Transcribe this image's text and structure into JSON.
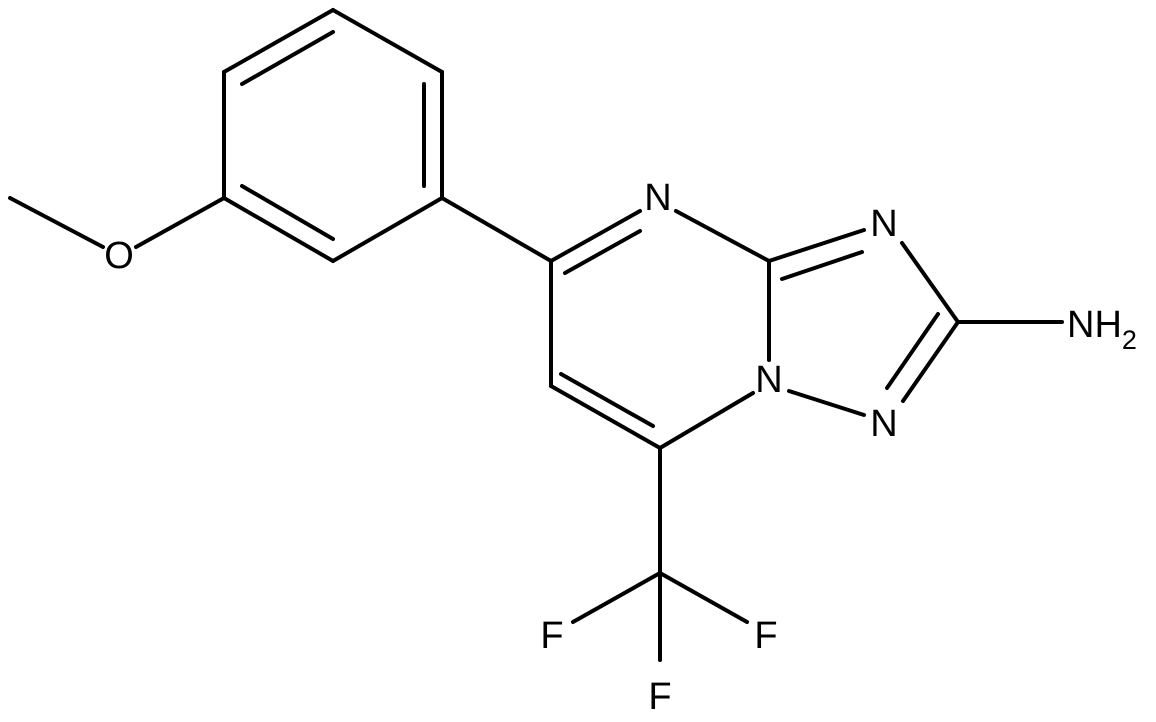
{
  "molecule": {
    "atoms": {
      "o_methoxy": "O",
      "n_pyrimidine": "N",
      "n_triazole_top": "N",
      "n_bridge": "N",
      "n_triazole_bottom": "N",
      "amine_n": "NH",
      "amine_h_count": "2",
      "f_left": "F",
      "f_right": "F",
      "f_bottom": "F"
    }
  }
}
